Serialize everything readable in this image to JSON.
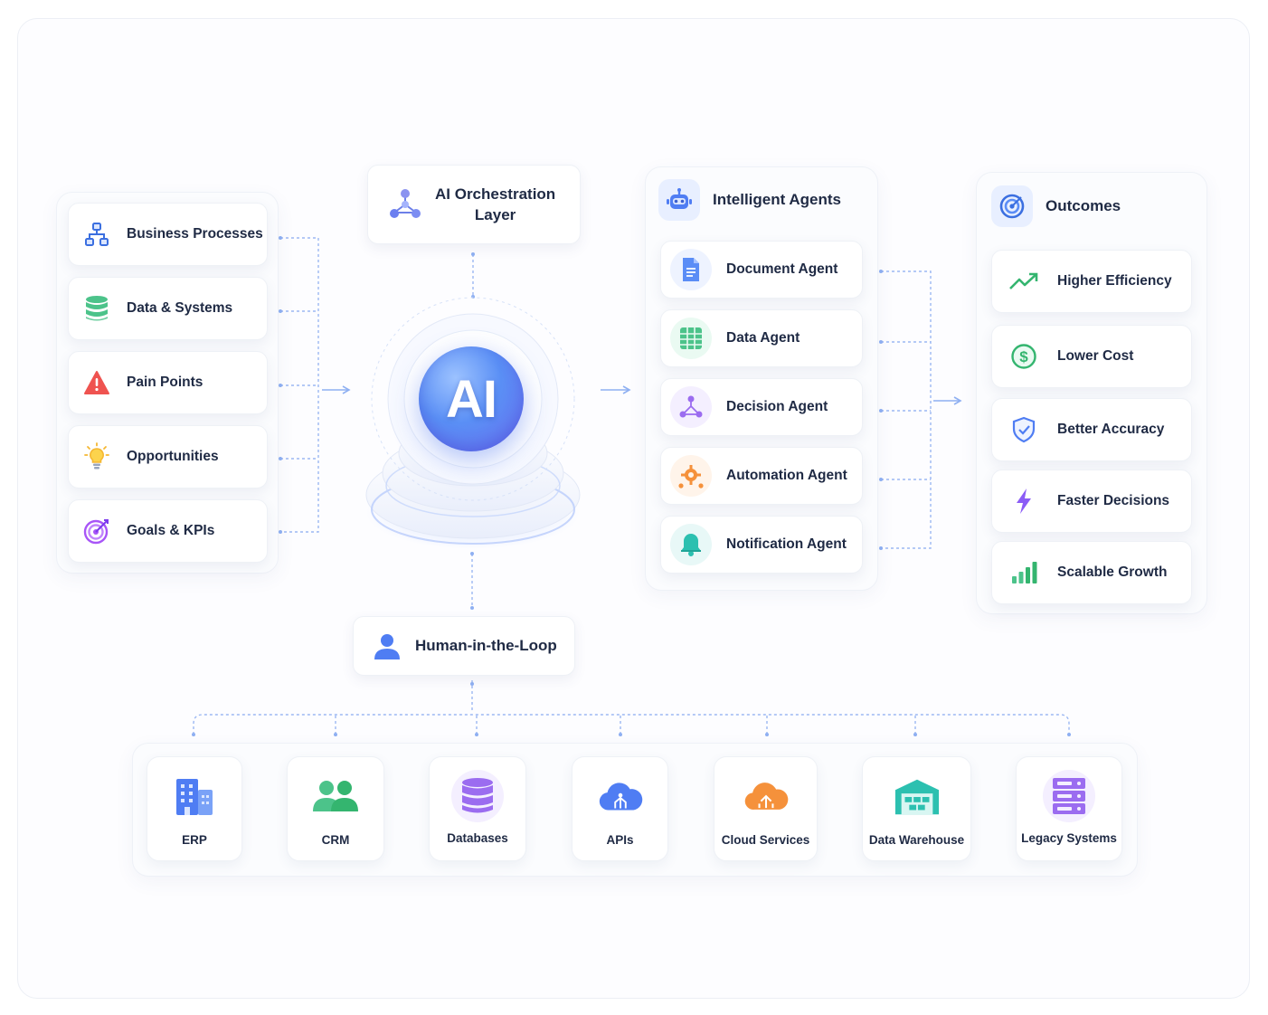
{
  "colors": {
    "accent_blue": "#4f7df3",
    "dash": "#9cb8f3",
    "text": "#1f2a44"
  },
  "inputs": {
    "items": [
      {
        "label": "Business Processes",
        "icon": "flowchart-icon"
      },
      {
        "label": "Data & Systems",
        "icon": "database-stack-icon"
      },
      {
        "label": "Pain Points",
        "icon": "warning-icon"
      },
      {
        "label": "Opportunities",
        "icon": "lightbulb-icon"
      },
      {
        "label": "Goals & KPIs",
        "icon": "target-icon"
      }
    ]
  },
  "orchestration": {
    "title_line1": "AI Orchestration",
    "title_line2": "Layer",
    "icon": "network-icon"
  },
  "core": {
    "label": "AI"
  },
  "agents": {
    "title": "Intelligent Agents",
    "icon": "robot-icon",
    "items": [
      {
        "label": "Document Agent",
        "icon": "document-icon"
      },
      {
        "label": "Data Agent",
        "icon": "grid-table-icon"
      },
      {
        "label": "Decision Agent",
        "icon": "decision-tree-icon"
      },
      {
        "label": "Automation Agent",
        "icon": "gear-automation-icon"
      },
      {
        "label": "Notification Agent",
        "icon": "bell-icon"
      }
    ]
  },
  "outcomes": {
    "title": "Outcomes",
    "icon": "target-icon",
    "items": [
      {
        "label": "Higher Efficiency",
        "icon": "trend-up-icon"
      },
      {
        "label": "Lower Cost",
        "icon": "dollar-icon"
      },
      {
        "label": "Better Accuracy",
        "icon": "shield-check-icon"
      },
      {
        "label": "Faster Decisions",
        "icon": "lightning-icon"
      },
      {
        "label": "Scalable Growth",
        "icon": "bar-chart-icon"
      }
    ]
  },
  "human": {
    "label": "Human-in-the-Loop",
    "icon": "person-icon"
  },
  "systems": {
    "items": [
      {
        "label": "ERP",
        "icon": "building-icon"
      },
      {
        "label": "CRM",
        "icon": "users-icon"
      },
      {
        "label": "Databases",
        "icon": "database-icon"
      },
      {
        "label": "APIs",
        "icon": "cloud-network-icon"
      },
      {
        "label": "Cloud Services",
        "icon": "cloud-upload-icon"
      },
      {
        "label": "Data Warehouse",
        "icon": "warehouse-icon"
      },
      {
        "label": "Legacy Systems",
        "icon": "server-rack-icon"
      }
    ]
  }
}
